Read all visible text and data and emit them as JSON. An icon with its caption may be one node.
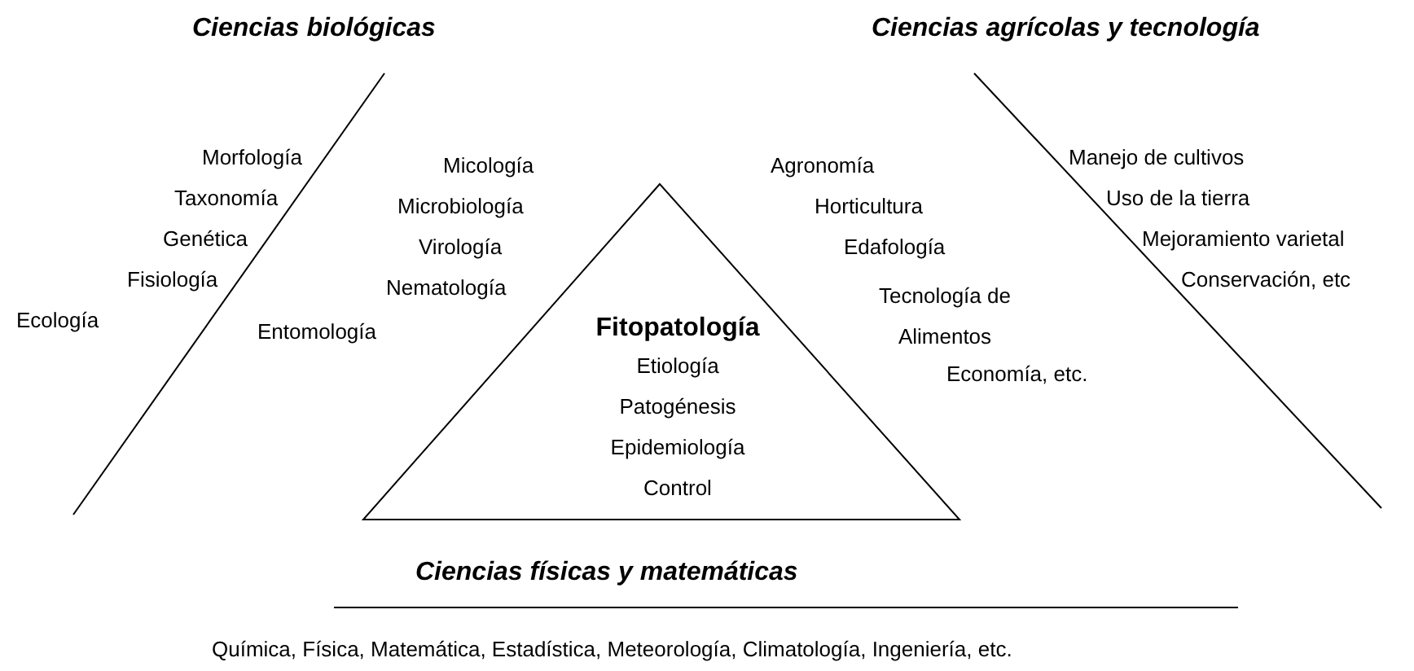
{
  "diagram": {
    "nodes": [
      {
        "text": [
          "Fitopatología",
          "Etiología",
          "Patogénesis",
          "Epidemiología",
          "Control"
        ]
      }
    ],
    "edges": [],
    "labels": [
      "Ciencias biológicas",
      "Ciencias agrícolas y tecnología",
      "Morfología",
      "Taxonomía",
      "Genética",
      "Fisiología",
      "Ecología",
      "Micología",
      "Microbiología",
      "Virología",
      "Nematología",
      "Entomología",
      "Agronomía",
      "Horticultura",
      "Edafología",
      "Tecnología de Alimentos",
      "Economía, etc.",
      "Manejo de cultivos",
      "Uso de la tierra",
      "Mejoramiento varietal",
      "Conservación, etc",
      "Ciencias físicas y matemáticas",
      "Química, Física, Matemática, Estadística, Meteorología, Climatología, Ingeniería, etc."
    ]
  }
}
